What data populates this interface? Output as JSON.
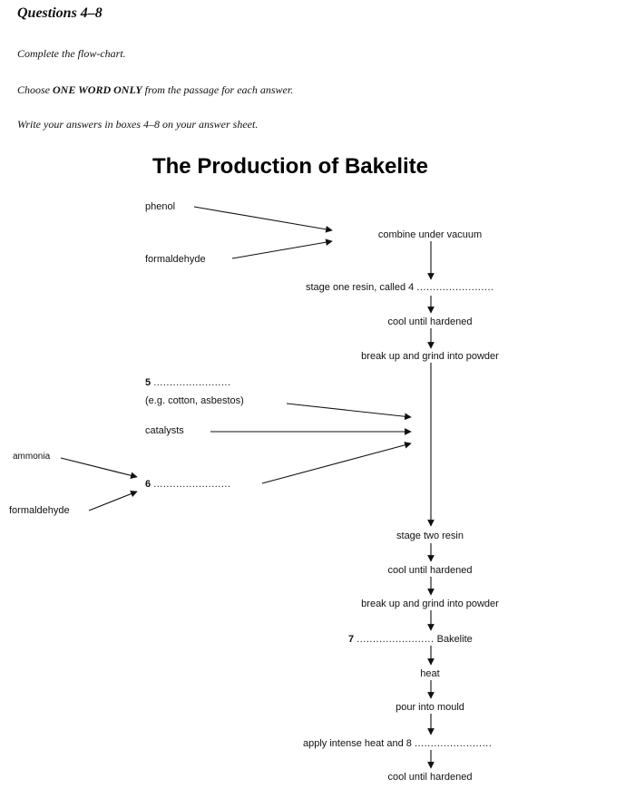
{
  "instructions": {
    "heading": "Questions 4–8",
    "line1": "Complete the flow-chart.",
    "line2_pre": "Choose ",
    "line2_bold": "ONE WORD ONLY",
    "line2_post": " from the passage for each answer.",
    "line3": "Write your answers in boxes 4–8 on your answer sheet."
  },
  "diagram": {
    "title": "The Production of Bakelite",
    "inputs1": {
      "phenol": "phenol",
      "formaldehyde": "formaldehyde"
    },
    "stage1": {
      "combine": "combine under vacuum",
      "resin_text": "stage one resin, called 4",
      "resin_blank": "........................",
      "cool": "cool until hardened",
      "grind": "break up and grind into powder"
    },
    "additives": {
      "item5_label": "5",
      "item5_blank": "........................",
      "item5_example": "(e.g. cotton, asbestos)",
      "catalysts": "catalysts",
      "ammonia": "ammonia",
      "formaldehyde": "formaldehyde",
      "item6_label": "6",
      "item6_blank": "........................"
    },
    "stage2": {
      "resin": "stage two resin",
      "cool": "cool until hardened",
      "grind": "break up and grind into powder",
      "item7_label": "7",
      "item7_blank": "........................",
      "item7_suffix": "Bakelite",
      "heat": "heat",
      "pour": "pour into mould",
      "apply_text": "apply intense heat and 8",
      "apply_blank": "........................",
      "final_cool": "cool until hardened"
    }
  }
}
